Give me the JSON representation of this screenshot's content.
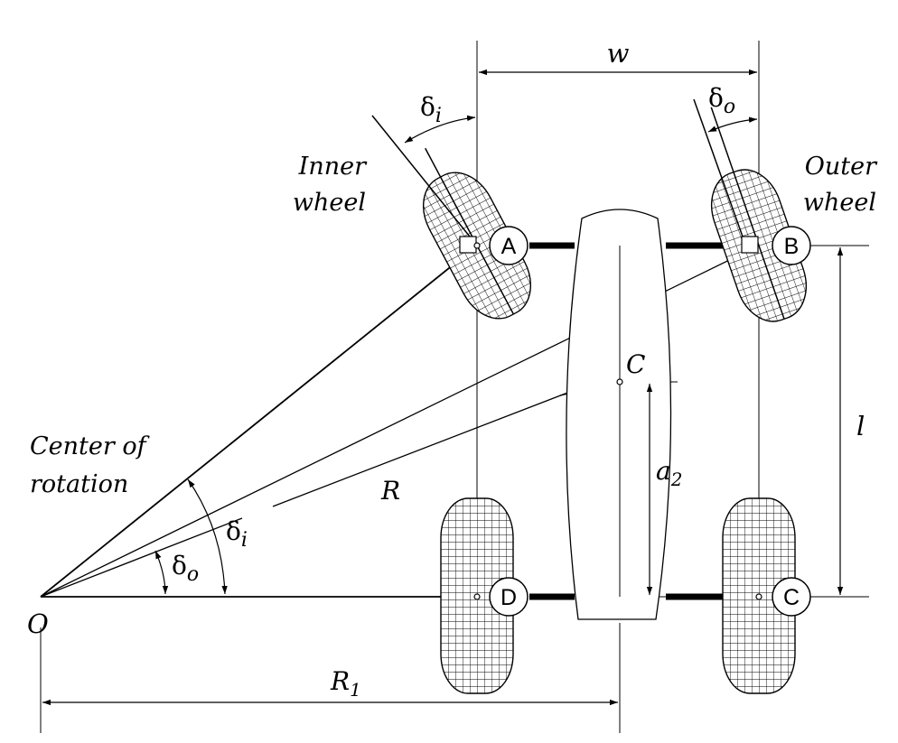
{
  "diagram": {
    "title": "",
    "labels": {
      "track_width": "w",
      "inner_angle": "δ",
      "inner_angle_sub": "i",
      "outer_angle": "δ",
      "outer_angle_sub": "o",
      "inner_wheel_line1": "Inner",
      "inner_wheel_line2": "wheel",
      "outer_wheel_line1": "Outer",
      "outer_wheel_line2": "wheel",
      "center_rotation_line1": "Center of",
      "center_rotation_line2": "rotation",
      "origin": "O",
      "radius": "R",
      "radius_rear": "R",
      "radius_rear_sub": "1",
      "mass_center": "C",
      "distance_a": "a",
      "distance_a_sub": "2",
      "wheelbase": "l",
      "wheel_A": "A",
      "wheel_B": "B",
      "wheel_C": "C",
      "wheel_D": "D"
    },
    "colors": {
      "stroke": "#000000",
      "tire_fill": "#ffffff",
      "background": "#ffffff"
    }
  }
}
